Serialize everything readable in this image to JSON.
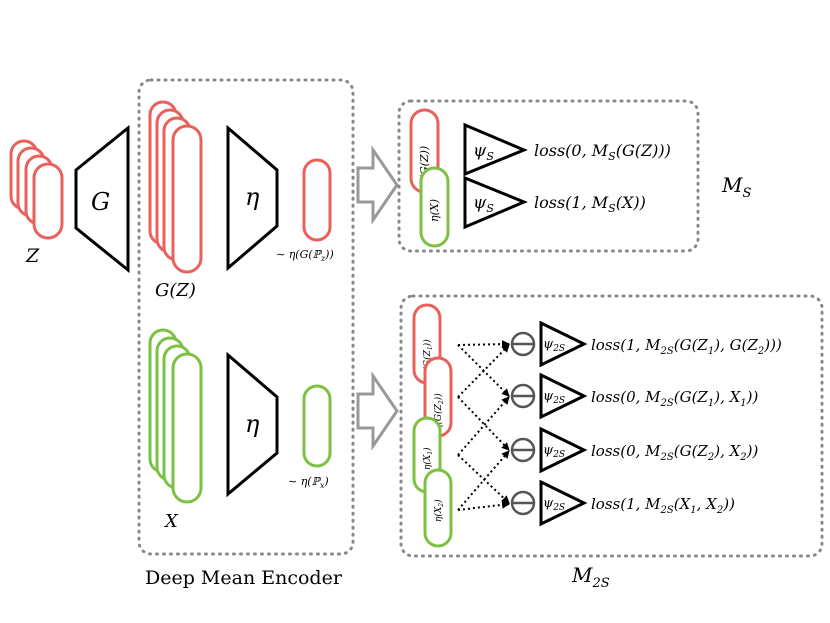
{
  "colors": {
    "fake": "#e8615a",
    "real": "#7dc144",
    "frame": "#888888",
    "arrow": "#999999",
    "ink": "#000000"
  },
  "labels": {
    "z": "Z",
    "g_block": "G",
    "gz": "G(Z)",
    "x": "X",
    "eta_top": "η",
    "eta_bottom": "η",
    "dist_fake": "∼ η(G(ℙ",
    "dist_fake_sub": "z",
    "dist_fake_tail": "))",
    "dist_real": "∼ η(ℙ",
    "dist_real_sub": "x",
    "dist_real_tail": ")",
    "encoder_caption": "Deep Mean Encoder"
  },
  "ms_panel": {
    "title": "M",
    "title_sub": "S",
    "emb_fake": "η(G(Z))",
    "emb_real": "η(X)",
    "psi": "ψ",
    "psi_sub": "S",
    "rows": [
      {
        "pre": "loss(0, M",
        "sub": "S",
        "post": "(G(Z)))"
      },
      {
        "pre": "loss(1, M",
        "sub": "S",
        "post": "(X))"
      }
    ]
  },
  "m2s_panel": {
    "title": "M",
    "title_sub": "2S",
    "emb": [
      {
        "text": "η(G(Z",
        "sub": "1",
        "tail": "))"
      },
      {
        "text": "η(G(Z",
        "sub": "2",
        "tail": "))"
      },
      {
        "text": "η(X",
        "sub": "1",
        "tail": ")"
      },
      {
        "text": "η(X",
        "sub": "2",
        "tail": ")"
      }
    ],
    "minus": "⊖",
    "psi": "ψ",
    "psi_sub": "2S",
    "rows": [
      {
        "a": "loss(1, M",
        "b": "2S",
        "c": "(G(Z",
        "d": "1",
        "e": "), G(Z",
        "f": "2",
        "g": ")))"
      },
      {
        "a": "loss(0, M",
        "b": "2S",
        "c": "(G(Z",
        "d": "1",
        "e": "), X",
        "f": "1",
        "g": "))"
      },
      {
        "a": "loss(0, M",
        "b": "2S",
        "c": "(G(Z",
        "d": "2",
        "e": "), X",
        "f": "2",
        "g": "))"
      },
      {
        "a": "loss(1, M",
        "b": "2S",
        "c": "(X",
        "d": "1",
        "e": ", X",
        "f": "2",
        "g": "))"
      }
    ]
  }
}
